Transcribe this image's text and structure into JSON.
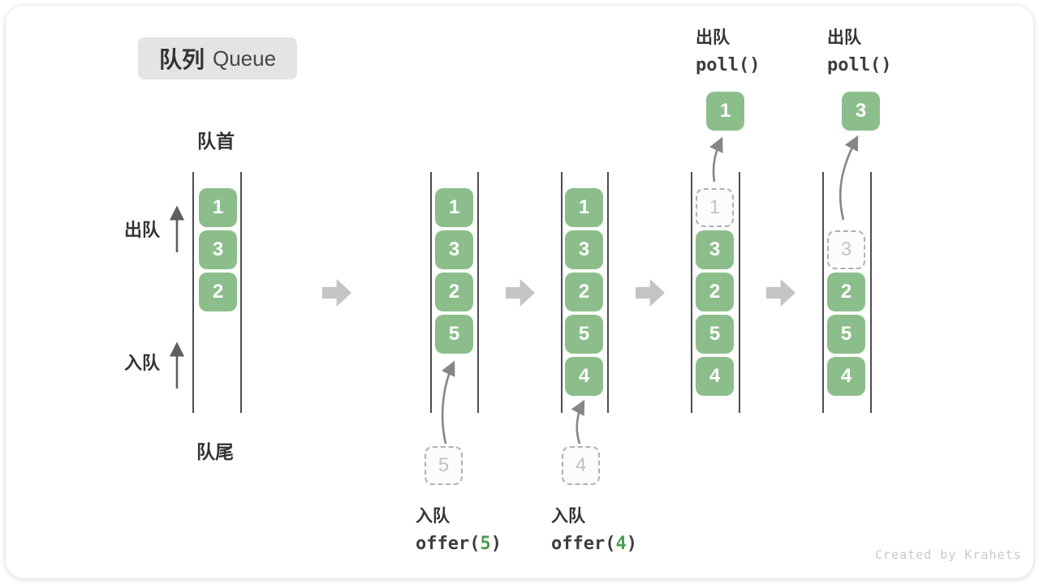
{
  "title": {
    "zh": "队列",
    "en": "Queue"
  },
  "labels": {
    "front": "队首",
    "rear": "队尾",
    "dequeue": "出队",
    "enqueue": "入队"
  },
  "top_ops": [
    {
      "label": "出队",
      "code": "poll()"
    },
    {
      "label": "出队",
      "code": "poll()"
    }
  ],
  "bottom_ops": [
    {
      "label": "入队",
      "code_before": "offer(",
      "arg": "5",
      "code_after": ")"
    },
    {
      "label": "入队",
      "code_before": "offer(",
      "arg": "4",
      "code_after": ")"
    }
  ],
  "queues": [
    {
      "cells": [
        {
          "value": "1",
          "style": "solid"
        },
        {
          "value": "3",
          "style": "solid"
        },
        {
          "value": "2",
          "style": "solid"
        }
      ]
    },
    {
      "cells": [
        {
          "value": "1",
          "style": "solid"
        },
        {
          "value": "3",
          "style": "solid"
        },
        {
          "value": "2",
          "style": "solid"
        },
        {
          "value": "5",
          "style": "solid"
        }
      ],
      "incoming": "5"
    },
    {
      "cells": [
        {
          "value": "1",
          "style": "solid"
        },
        {
          "value": "3",
          "style": "solid"
        },
        {
          "value": "2",
          "style": "solid"
        },
        {
          "value": "5",
          "style": "solid"
        },
        {
          "value": "4",
          "style": "solid"
        }
      ],
      "incoming": "4"
    },
    {
      "cells": [
        {
          "value": "1",
          "style": "dashed"
        },
        {
          "value": "3",
          "style": "solid"
        },
        {
          "value": "2",
          "style": "solid"
        },
        {
          "value": "5",
          "style": "solid"
        },
        {
          "value": "4",
          "style": "solid"
        }
      ],
      "outgoing": "1"
    },
    {
      "cells": [
        {
          "value": "3",
          "style": "dashed"
        },
        {
          "value": "2",
          "style": "solid"
        },
        {
          "value": "5",
          "style": "solid"
        },
        {
          "value": "4",
          "style": "solid"
        }
      ],
      "outgoing": "3"
    }
  ],
  "watermark": "Created by Krahets",
  "colors": {
    "cell_green": "#8cbe8c",
    "accent_green": "#4e9a4e",
    "rail_gray": "#4d4d4d",
    "block_arrow_gray": "#c4c4c4",
    "dashed_gray": "#b0b0b0",
    "title_bg": "#e4e4e4"
  }
}
